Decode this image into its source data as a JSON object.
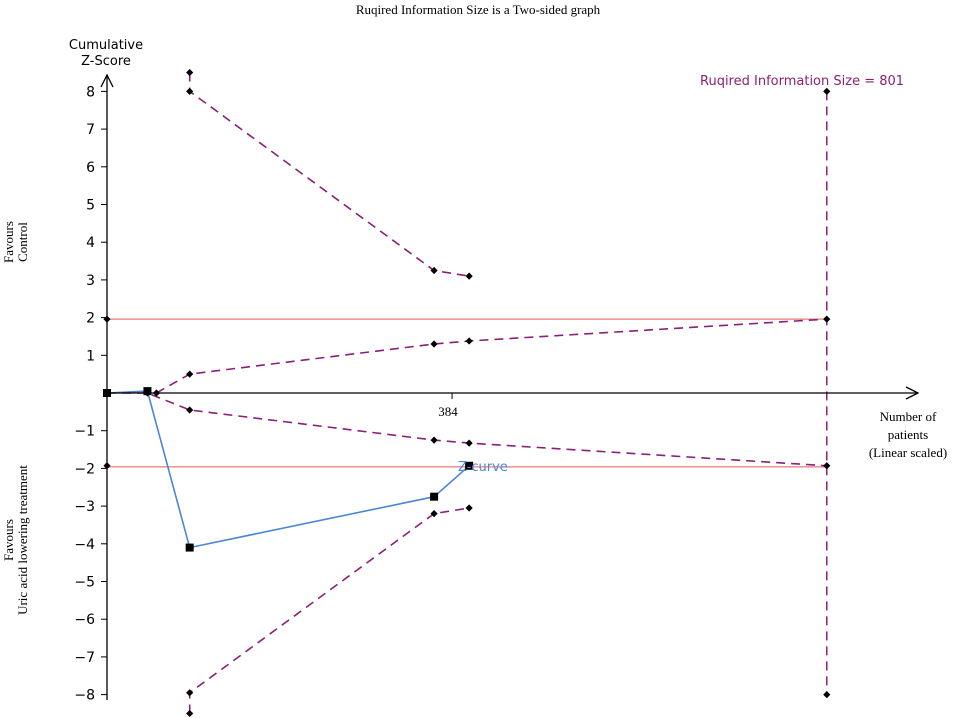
{
  "chart_data": {
    "type": "line",
    "title": "Ruqired Information Size is a Two-sided graph",
    "ylabel": [
      "Cumulative",
      "Z-Score"
    ],
    "xlabel": [
      "Number of",
      "patients",
      "(Linear scaled)"
    ],
    "y_group_labels": {
      "upper": [
        "Favours",
        "Control"
      ],
      "lower": [
        "Favours",
        "Uric acid lowering treatment"
      ]
    },
    "x_axis": {
      "scale": "linear",
      "ticks": [
        384
      ]
    },
    "y_axis": {
      "ylim": [
        -8,
        8
      ],
      "ticks": [
        8,
        7,
        6,
        5,
        4,
        3,
        2,
        1,
        -1,
        -2,
        -3,
        -4,
        -5,
        -6,
        -7,
        -8
      ]
    },
    "colors": {
      "z_curve": "#4a86d6",
      "boundary": "#8b1f7a",
      "significance": "#e87b73",
      "ris": "#8b1f7a",
      "marker": "#000000"
    },
    "significance_lines": [
      1.96,
      -1.96
    ],
    "required_information_size": {
      "label": "Ruqired Information Size = 801",
      "x": 801,
      "ymin": -8,
      "ymax": 8
    },
    "series": [
      {
        "name": "Z-curve",
        "style": "solid",
        "marker": "square",
        "points": [
          [
            0,
            0
          ],
          [
            45,
            0.05
          ],
          [
            92,
            -4.1
          ],
          [
            364,
            -2.75
          ],
          [
            403,
            -1.93
          ]
        ]
      },
      {
        "style": "dashed",
        "marker": "diamond",
        "points": [
          [
            92,
            8.5
          ],
          [
            92,
            8.0
          ],
          [
            364,
            3.25
          ],
          [
            403,
            3.1
          ]
        ]
      },
      {
        "style": "dashed",
        "marker": "diamond",
        "points": [
          [
            55,
            0
          ],
          [
            92,
            0.5
          ],
          [
            364,
            1.3
          ],
          [
            403,
            1.38
          ],
          [
            801,
            1.96
          ]
        ]
      },
      {
        "style": "dashed",
        "marker": "diamond",
        "points": [
          [
            0,
            0
          ],
          [
            45,
            0
          ],
          [
            92,
            -0.45
          ],
          [
            364,
            -1.25
          ],
          [
            403,
            -1.33
          ],
          [
            801,
            -1.93
          ]
        ]
      },
      {
        "style": "dashed",
        "marker": "diamond",
        "points": [
          [
            92,
            -8.5
          ],
          [
            92,
            -7.95
          ],
          [
            364,
            -3.2
          ],
          [
            403,
            -3.05
          ]
        ]
      }
    ],
    "boundary_end_markers": [
      [
        0,
        1.96
      ],
      [
        0,
        -1.93
      ],
      [
        801,
        8
      ],
      [
        801,
        -8
      ]
    ]
  }
}
